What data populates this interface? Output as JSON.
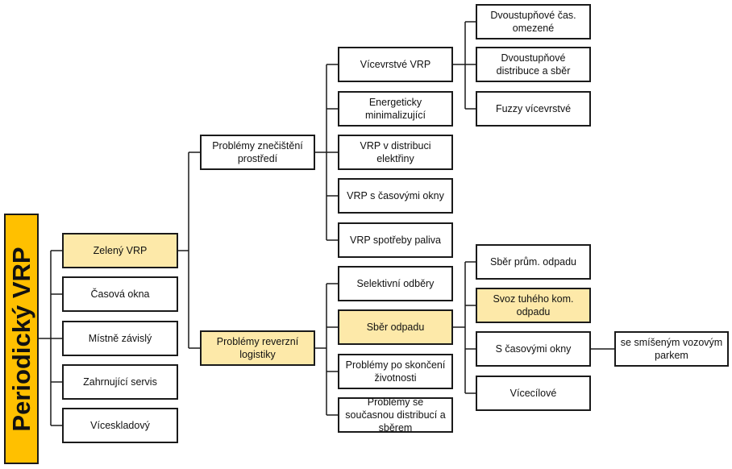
{
  "root": "Periodický VRP",
  "level1": [
    "Zelený VRP",
    "Časová okna",
    "Místně závislý",
    "Zahrnující servis",
    "Víceskladový"
  ],
  "green": {
    "env": "Problémy znečištění prostředí",
    "reverse": "Problémy reverzní logistiky"
  },
  "env_children": [
    "Vícevrstvé VRP",
    "Energeticky minimalizující",
    "VRP v distribuci elektřiny",
    "VRP s časovými okny",
    "VRP spotřeby paliva"
  ],
  "multilayer_children": [
    "Dvoustupňové čas. omezené",
    "Dvoustupňové distribuce a sběr",
    "Fuzzy vícevrstvé"
  ],
  "reverse_children": [
    "Selektivní odběry",
    "Sběr odpadu",
    "Problémy po skončení životnosti",
    "Problémy se současnou distribucí a sběrem"
  ],
  "waste_children": [
    "Sběr prům. odpadu",
    "Svoz tuhého kom. odpadu",
    "S časovými okny",
    "Vícecílové"
  ],
  "timewindow_child": "se smíšeným vozovým parkem",
  "colors": {
    "root_fill": "#ffc000",
    "highlight_fill": "#fde9a9",
    "line": "#1a1a1a"
  }
}
